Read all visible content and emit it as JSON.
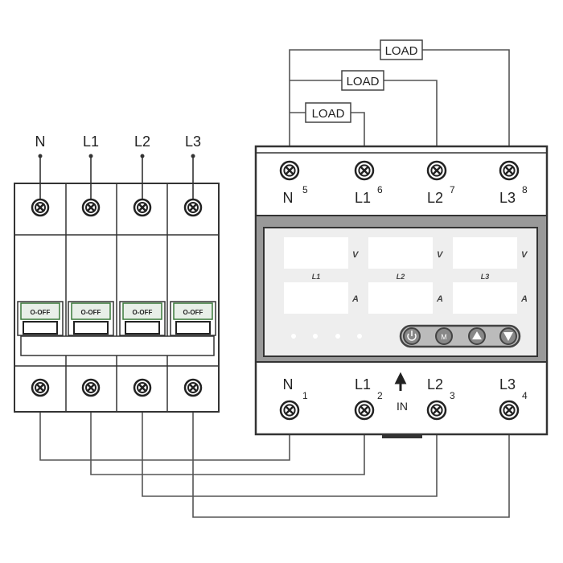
{
  "breaker": {
    "poles": [
      "N",
      "L1",
      "L2",
      "L3"
    ],
    "toggle_label": "O-OFF"
  },
  "meter": {
    "top_terminals": [
      {
        "label": "N",
        "num": "5"
      },
      {
        "label": "L1",
        "num": "6"
      },
      {
        "label": "L2",
        "num": "7"
      },
      {
        "label": "L3",
        "num": "8"
      }
    ],
    "bottom_terminals": [
      {
        "label": "N",
        "num": "1"
      },
      {
        "label": "L1",
        "num": "2"
      },
      {
        "label": "L2",
        "num": "3"
      },
      {
        "label": "L3",
        "num": "4"
      }
    ],
    "in_label": "IN",
    "phases": [
      "L1",
      "L2",
      "L3"
    ],
    "volt_unit": "V",
    "amp_unit": "A"
  },
  "loads": [
    "LOAD",
    "LOAD",
    "LOAD"
  ]
}
